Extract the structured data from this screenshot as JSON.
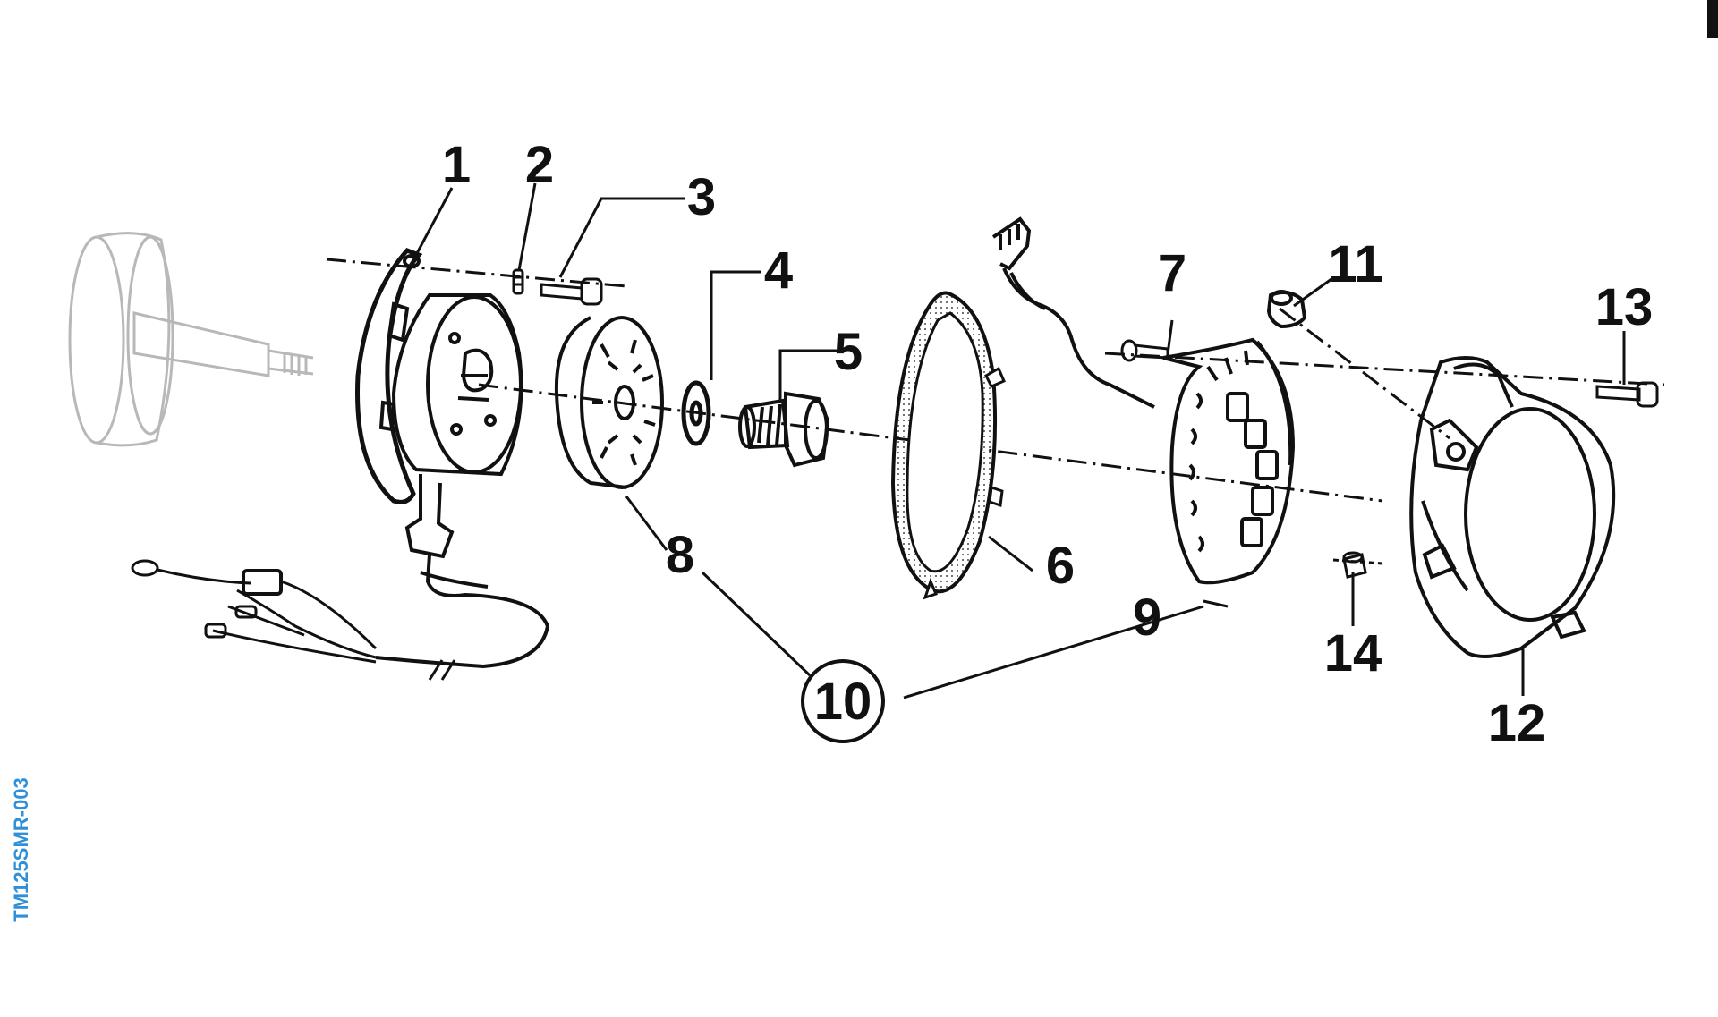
{
  "diagram": {
    "reference_code": "TM125SMR-003",
    "callouts": [
      "1",
      "2",
      "3",
      "4",
      "5",
      "6",
      "7",
      "8",
      "9",
      "10",
      "11",
      "12",
      "13",
      "14"
    ],
    "colors": {
      "ink": "#111111",
      "faded_part": "#b8b8b8",
      "reference_code": "#2f8fd8",
      "background": "#ffffff"
    }
  }
}
